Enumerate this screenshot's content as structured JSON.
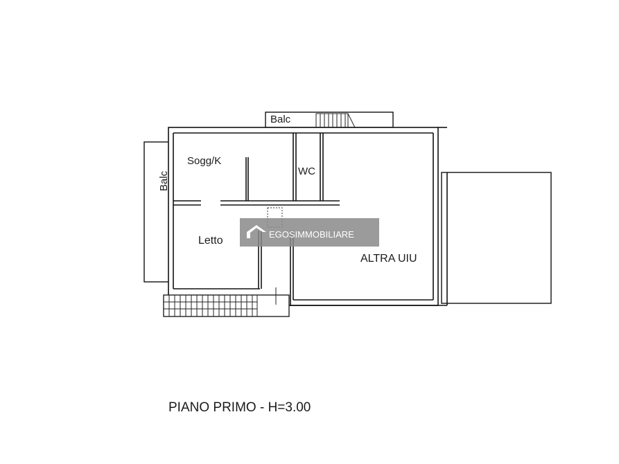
{
  "plan": {
    "rooms": {
      "balcony_top": "Balc",
      "balcony_left": "Balc",
      "living_kitchen": "Sogg/K",
      "bathroom": "WC",
      "bedroom": "Letto",
      "other_unit": "ALTRA UIU"
    },
    "caption": "PIANO PRIMO - H=3.00"
  },
  "watermark": {
    "brand": "EGOSIMMOBILIARE",
    "color": "#8a8a8a"
  }
}
